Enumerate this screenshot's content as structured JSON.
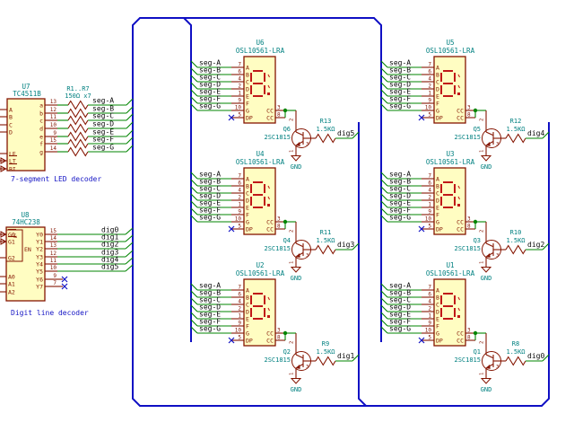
{
  "colors": {
    "component_outline": "#841400",
    "component_fill": "#fffdc2",
    "wire_green": "#008400",
    "bus_blue": "#0f0fc4",
    "value_teal": "#008080",
    "label_black": "#0a0a0a",
    "digit_red": "#c01818"
  },
  "captions": {
    "seg_decoder": "7-segment LED decoder",
    "digit_decoder": "Digit line decoder"
  },
  "u7": {
    "ref": "U7",
    "part": "TC4511B",
    "left_pins": [
      "A",
      "B",
      "C",
      "D",
      "LE",
      "LT",
      "BI"
    ],
    "outputs": [
      {
        "name": "a",
        "num": "13",
        "label": "seg-A"
      },
      {
        "name": "b",
        "num": "12",
        "label": "seg-B"
      },
      {
        "name": "c",
        "num": "11",
        "label": "seg-C"
      },
      {
        "name": "d",
        "num": "10",
        "label": "seg-D"
      },
      {
        "name": "e",
        "num": "9",
        "label": "seg-E"
      },
      {
        "name": "f",
        "num": "15",
        "label": "seg-F"
      },
      {
        "name": "g",
        "num": "14",
        "label": "seg-G"
      }
    ],
    "resistor_group": {
      "ref": "R1..R7",
      "value": "150Ω x7"
    }
  },
  "u8": {
    "ref": "U8",
    "part": "74HC238",
    "and_glyph": "&",
    "en_label": "EN",
    "enable_pins": [
      "G0",
      "G1",
      "G2"
    ],
    "address_pins": [
      "A0",
      "A1",
      "A2"
    ],
    "outputs": [
      {
        "name": "Y0",
        "num": "15",
        "label": "dig0"
      },
      {
        "name": "Y1",
        "num": "14",
        "label": "dig1"
      },
      {
        "name": "Y2",
        "num": "13",
        "label": "dig2"
      },
      {
        "name": "Y3",
        "num": "12",
        "label": "dig3"
      },
      {
        "name": "Y4",
        "num": "11",
        "label": "dig4"
      },
      {
        "name": "Y5",
        "num": "10",
        "label": "dig5"
      },
      {
        "name": "Y6",
        "num": "9",
        "label": ""
      },
      {
        "name": "Y7",
        "num": "7",
        "label": ""
      }
    ]
  },
  "display_pins": {
    "left": [
      {
        "name": "A",
        "num": "7",
        "label": "seg-A"
      },
      {
        "name": "B",
        "num": "6",
        "label": "seg-B"
      },
      {
        "name": "C",
        "num": "4",
        "label": "seg-C"
      },
      {
        "name": "D",
        "num": "2",
        "label": "seg-D"
      },
      {
        "name": "E",
        "num": "1",
        "label": "seg-E"
      },
      {
        "name": "F",
        "num": "9",
        "label": "seg-F"
      },
      {
        "name": "G",
        "num": "10",
        "label": "seg-G"
      },
      {
        "name": "DP",
        "num": "5",
        "label": ""
      }
    ],
    "right": [
      {
        "name": "CC",
        "num": "3"
      },
      {
        "name": "CC",
        "num": "8"
      }
    ]
  },
  "gnd_label": "GND",
  "transistor_pin_numbers": [
    "2",
    "3",
    "1"
  ],
  "units": [
    {
      "ref": "U6",
      "part": "OSL10561-LRA",
      "q_ref": "Q6",
      "q_part": "2SC1815",
      "r_ref": "R13",
      "r_value": "1.5KΩ",
      "dig_label": "dig5",
      "col": 0,
      "row": 0
    },
    {
      "ref": "U5",
      "part": "OSL10561-LRA",
      "q_ref": "Q5",
      "q_part": "2SC1815",
      "r_ref": "R12",
      "r_value": "1.5KΩ",
      "dig_label": "dig4",
      "col": 1,
      "row": 0
    },
    {
      "ref": "U4",
      "part": "OSL10561-LRA",
      "q_ref": "Q4",
      "q_part": "2SC1815",
      "r_ref": "R11",
      "r_value": "1.5KΩ",
      "dig_label": "dig3",
      "col": 0,
      "row": 1
    },
    {
      "ref": "U3",
      "part": "OSL10561-LRA",
      "q_ref": "Q3",
      "q_part": "2SC1815",
      "r_ref": "R10",
      "r_value": "1.5KΩ",
      "dig_label": "dig2",
      "col": 1,
      "row": 1
    },
    {
      "ref": "U2",
      "part": "OSL10561-LRA",
      "q_ref": "Q2",
      "q_part": "2SC1815",
      "r_ref": "R9",
      "r_value": "1.5KΩ",
      "dig_label": "dig1",
      "col": 0,
      "row": 2
    },
    {
      "ref": "U1",
      "part": "OSL10561-LRA",
      "q_ref": "Q1",
      "q_part": "2SC1815",
      "r_ref": "R8",
      "r_value": "1.5KΩ",
      "dig_label": "dig0",
      "col": 1,
      "row": 2
    }
  ]
}
